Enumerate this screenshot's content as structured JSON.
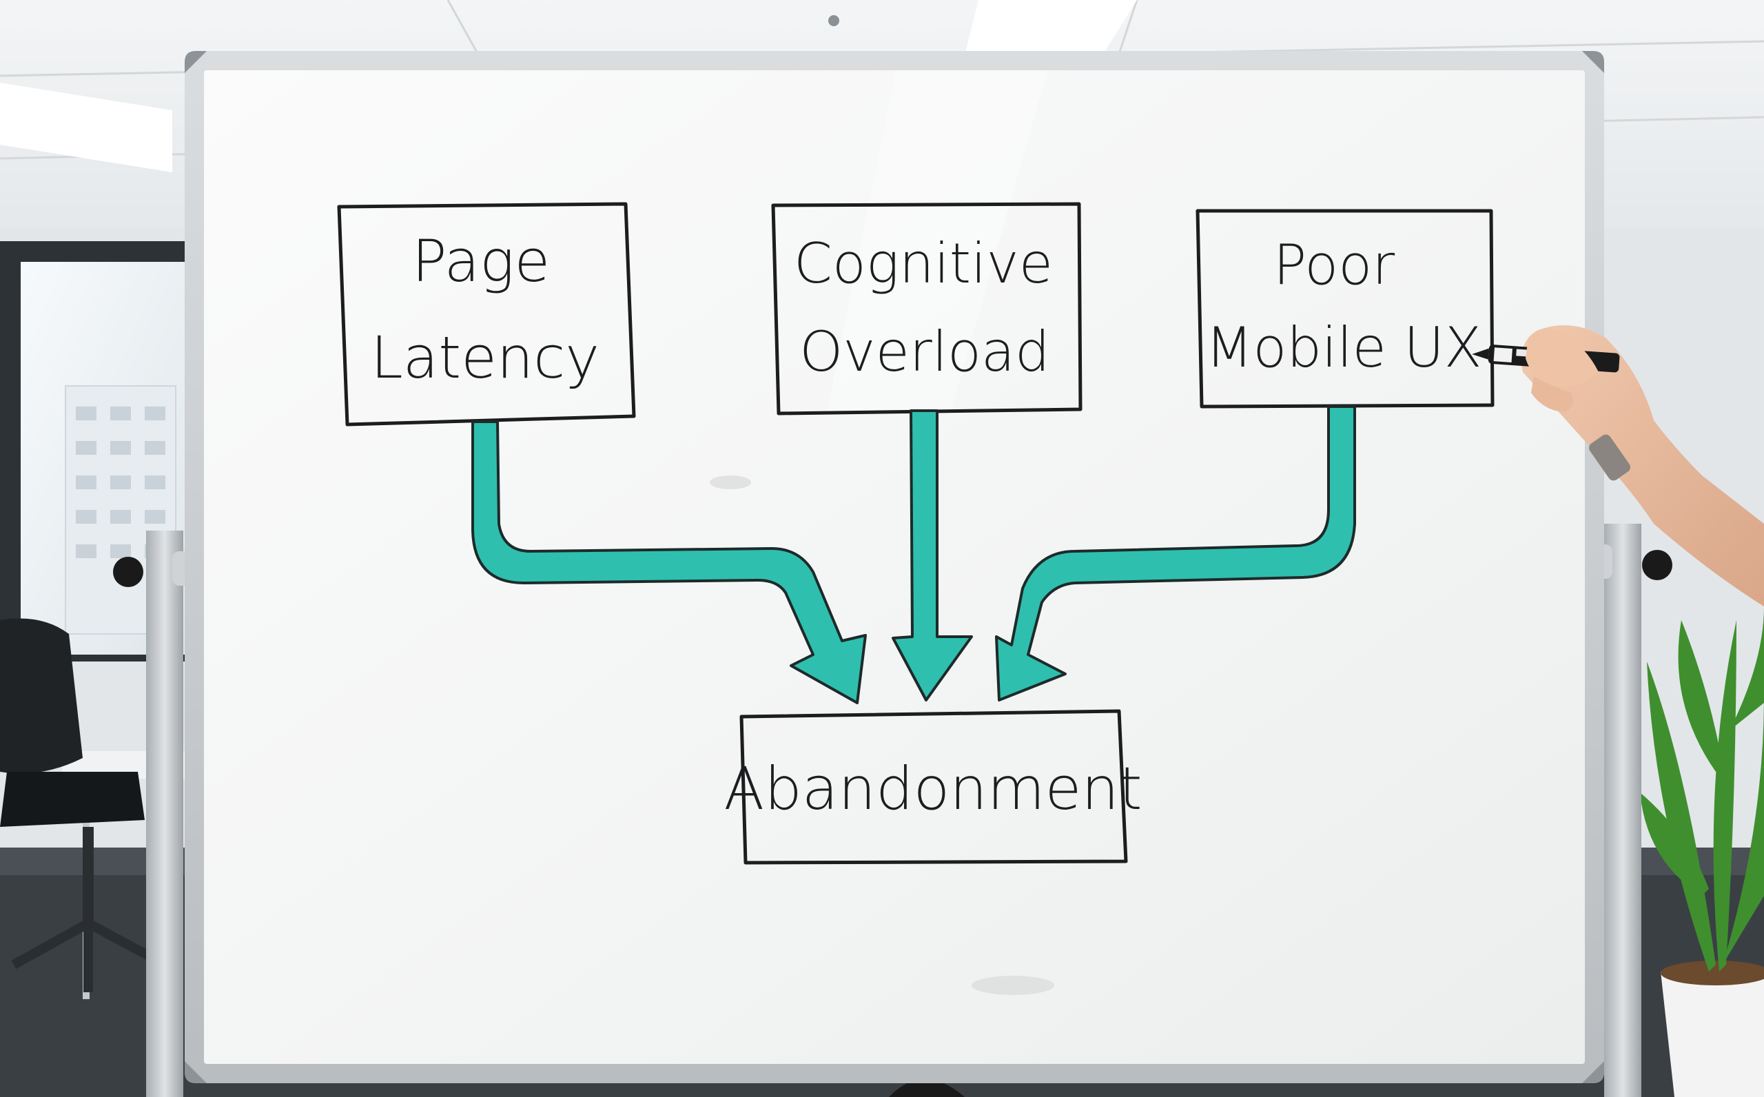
{
  "whiteboard": {
    "boxes": {
      "page_latency": {
        "line1": "Page",
        "line2": "Latency"
      },
      "cognitive_overload": {
        "line1": "Cognitive",
        "line2": "Overload"
      },
      "poor_mobile_ux": {
        "line1": "Poor",
        "line2": "Mobile UX"
      },
      "abandonment": {
        "line1": "Abandonment"
      }
    }
  },
  "colors": {
    "arrow_teal": "#2fbfae",
    "arrow_outline": "#1e2a2a",
    "marker_ink": "#1d1d1f",
    "board_surface": "#f6f7f7",
    "frame": "#c7cbce"
  }
}
